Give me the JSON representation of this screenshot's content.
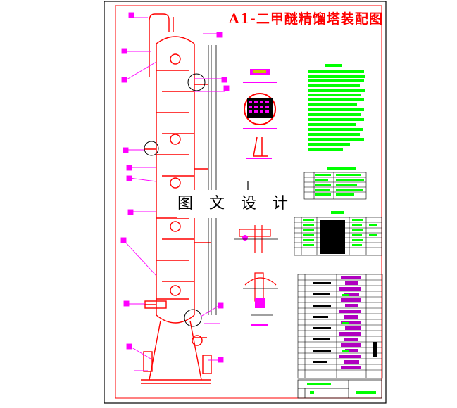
{
  "drawing": {
    "title": "A1-二甲醚精馏塔装配图",
    "watermark": "图 文 设 计"
  },
  "colors": {
    "border": "#000000",
    "frame": "#ff0000",
    "column": "#ff0000",
    "leader": "#ff00ff",
    "text_block": "#00ff00",
    "table_line": "#000000",
    "fill_dark": "#000000",
    "purple": "#b000c0"
  },
  "icons": [
    "column-tower",
    "manhole",
    "flange",
    "support-skirt",
    "tray-detail"
  ]
}
